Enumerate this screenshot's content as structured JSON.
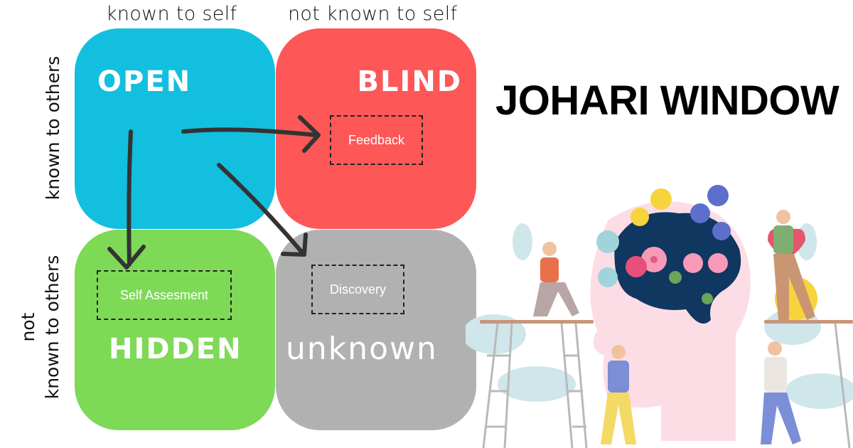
{
  "title": "JOHARI WINDOW",
  "axes": {
    "top": [
      "known to self",
      "not known to self"
    ],
    "left": [
      {
        "line1": "",
        "line2": "known to others"
      },
      {
        "line1": "not",
        "line2": "known to others"
      }
    ]
  },
  "quadrants": [
    {
      "name": "OPEN",
      "color": "#12bfdf",
      "box": ""
    },
    {
      "name": "BLIND",
      "color": "#fd5758",
      "box": "Feedback"
    },
    {
      "name": "HIDDEN",
      "color": "#7ed957",
      "box": "Self Assesment"
    },
    {
      "name": "UNKNOWN",
      "color": "#b1b1b1",
      "box": "Discovery"
    }
  ],
  "arrows": [
    {
      "from": "OPEN",
      "to": "Feedback"
    },
    {
      "from": "OPEN",
      "to": "Self Assesment"
    },
    {
      "from": "OPEN",
      "to": "UNKNOWN"
    }
  ],
  "illustration": "head-with-flowering-brain-and-people-icon"
}
